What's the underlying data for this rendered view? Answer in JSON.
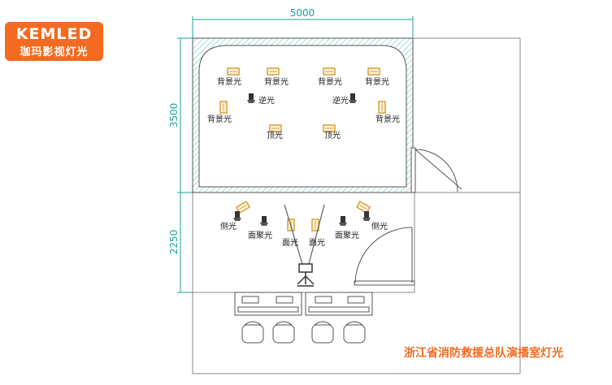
{
  "logo": {
    "brand": "KEMLED",
    "sub": "珈玛影视灯光"
  },
  "dimensions": {
    "width": "5000",
    "depth_studio": "3500",
    "depth_control": "2250"
  },
  "labels": {
    "background_light": "背景光",
    "back_light": "逆光",
    "top_light": "顶光",
    "side_light": "侧光",
    "focus_light": "面聚光",
    "face_light": "面光"
  },
  "caption": "浙江省消防救援总队演播室灯光",
  "colors": {
    "accent": "#f26b21",
    "dimension": "#1aa39a",
    "fixture": "#d8a13a"
  }
}
